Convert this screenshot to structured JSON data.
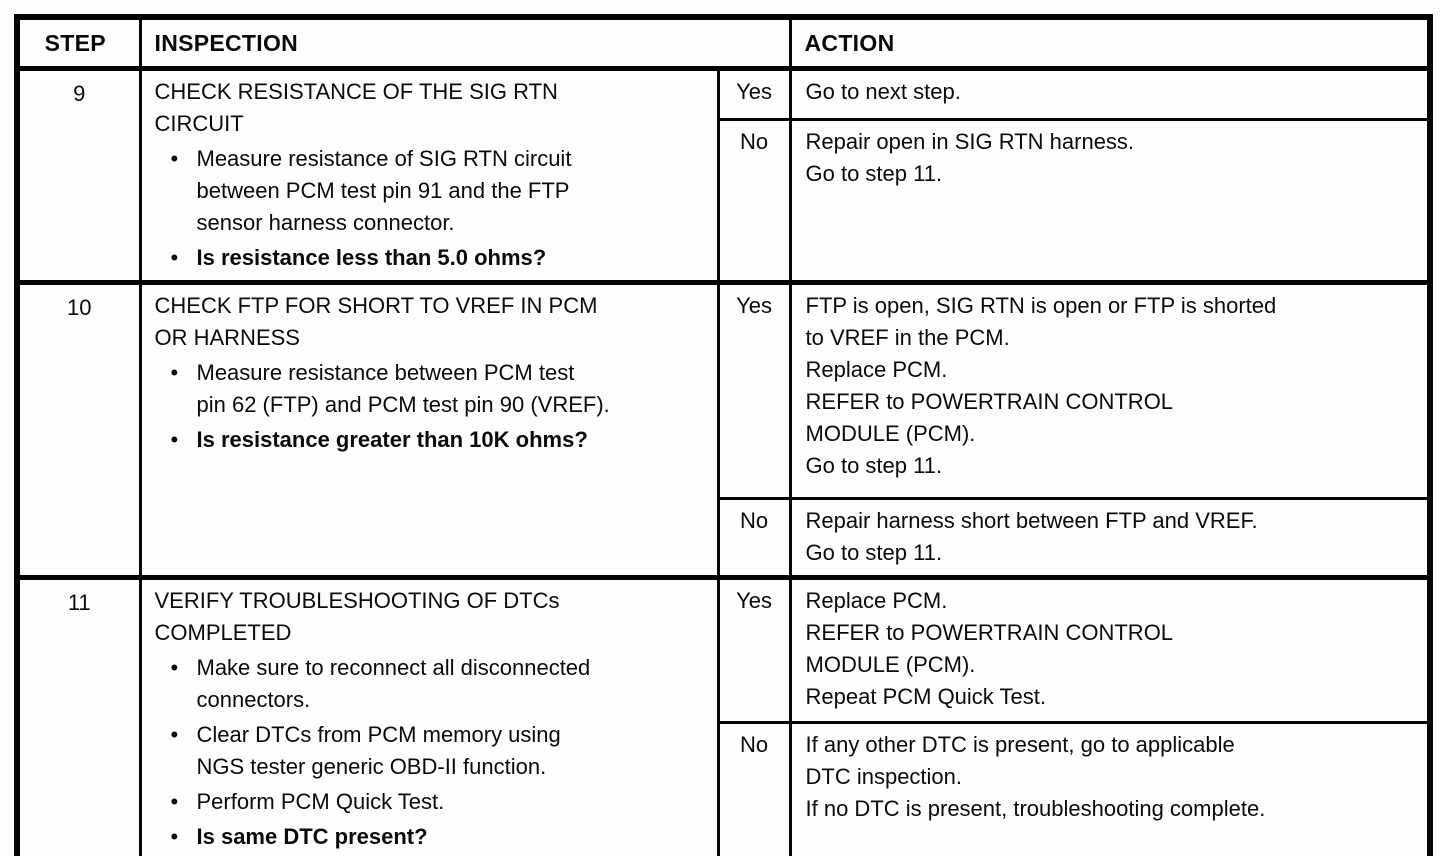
{
  "glyphs": {
    "bullet": "•"
  },
  "table": {
    "header": {
      "step": "STEP",
      "inspection": "INSPECTION",
      "action": "ACTION"
    },
    "steps": [
      {
        "number": "9",
        "title": "CHECK RESISTANCE OF THE SIG RTN\nCIRCUIT",
        "bullets": [
          "Measure resistance of SIG RTN circuit\nbetween PCM test pin 91 and the FTP\nsensor harness connector.",
          "Is resistance less than 5.0 ohms?"
        ],
        "yes": {
          "label": "Yes",
          "text": "Go to next step."
        },
        "no": {
          "label": "No",
          "text": "Repair open in SIG RTN harness.\nGo to step 11."
        }
      },
      {
        "number": "10",
        "title": "CHECK FTP FOR SHORT TO VREF IN PCM\nOR HARNESS",
        "bullets": [
          "Measure resistance between PCM test\npin 62 (FTP) and PCM test pin 90 (VREF).",
          "Is resistance greater than 10K ohms?"
        ],
        "yes": {
          "label": "Yes",
          "text": "FTP is open, SIG RTN is open or FTP is shorted\nto VREF in the PCM.\nReplace PCM.\nREFER to POWERTRAIN CONTROL\nMODULE (PCM).\nGo to step 11."
        },
        "no": {
          "label": "No",
          "text": "Repair harness short between FTP and VREF.\nGo to step 11."
        }
      },
      {
        "number": "11",
        "title": "VERIFY TROUBLESHOOTING OF DTCs\nCOMPLETED",
        "bullets": [
          "Make sure to reconnect all disconnected\nconnectors.",
          "Clear DTCs from PCM memory using\nNGS tester generic OBD-II function.",
          "Perform PCM Quick Test.",
          "Is same DTC present?"
        ],
        "yes": {
          "label": "Yes",
          "text": "Replace PCM.\nREFER to POWERTRAIN CONTROL\nMODULE (PCM).\nRepeat PCM Quick Test."
        },
        "no": {
          "label": "No",
          "text": "If any other DTC is present, go to applicable\nDTC inspection.\nIf no DTC is present, troubleshooting complete."
        }
      }
    ]
  }
}
